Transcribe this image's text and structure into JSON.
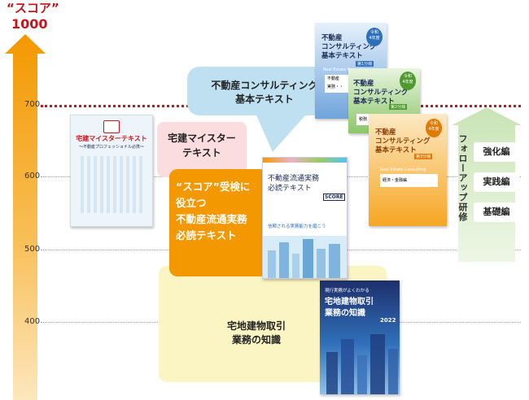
{
  "scale": {
    "title": "“スコア”",
    "max": "1000",
    "ticks": [
      "700",
      "600",
      "500",
      "400"
    ]
  },
  "zones": {
    "consulting": "不動産コンサルティング\n基本テキスト",
    "takken_master": "宅建マイスター\nテキスト",
    "score_text": "“スコア”受検に\n役立つ\n不動産流通実務\n必読テキスト",
    "transaction": "宅地建物取引\n業務の知識"
  },
  "follow_up": {
    "title": "フォローアップ研修",
    "buttons": [
      "強化編",
      "実践編",
      "基礎編"
    ]
  },
  "books": {
    "takken": {
      "title": "宅建マイスターテキスト",
      "subtitle": "～不動産プロフェッショナル必携～"
    },
    "ryutsu": {
      "title_top": "不動産流通実務",
      "title_bottom": "必読テキスト",
      "badge": "SCORE",
      "slogan": "信頼される実務能力を磨こう"
    },
    "consulting": {
      "title": "不動産\nコンサルティング\n基本テキスト",
      "badge": "令和\n4年度",
      "vol1": "第1分冊",
      "vol2": "第2分冊",
      "vol3": "第3分冊",
      "sub1": "Real Estate Consulting",
      "item1": "不動産",
      "item2": "実務・・",
      "item3": "税務",
      "item4": "経済・金融編"
    },
    "torihiki": {
      "kicker": "現行実務がよくわかる",
      "title": "宅地建物取引\n業務の知識",
      "year": "2022"
    }
  },
  "colors": {
    "orange": "#f39800",
    "orange_light": "#fbd99a",
    "blue_zone": "#bfe0f0",
    "pink_zone": "#fbdde0",
    "yellow_zone": "#fbf5c4",
    "green_zone": "#d7ecc8",
    "red": "#c4161c"
  }
}
